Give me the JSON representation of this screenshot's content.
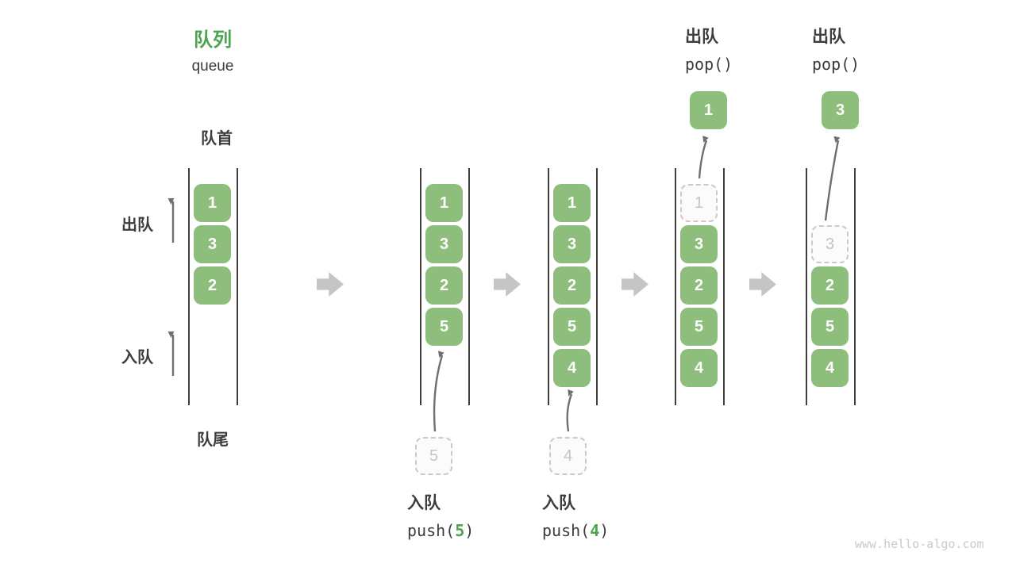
{
  "title": {
    "zh": "队列",
    "en": "queue"
  },
  "side_labels": {
    "front": "队首",
    "rear": "队尾",
    "dequeue": "出队",
    "enqueue": "入队"
  },
  "watermark": "www.hello-algo.com",
  "colors": {
    "accent_green": "#4CA350",
    "box_green": "#8DBE7B",
    "box_text": "#FFFFFF",
    "dark_text": "#3C3C3C",
    "flow_arrow_gray": "#C5C5C5",
    "thin_arrow_gray": "#6F6F6F",
    "dashed_border": "#CACACA",
    "dashed_text": "#C4C4C4",
    "container_line": "#3F3F3F",
    "watermark_gray": "#C9C9C9"
  },
  "states": [
    {
      "name": "initial",
      "boxes": [
        {
          "row": 0,
          "value": "1",
          "style": "solid"
        },
        {
          "row": 1,
          "value": "3",
          "style": "solid"
        },
        {
          "row": 2,
          "value": "2",
          "style": "solid"
        }
      ]
    },
    {
      "name": "after-push-5",
      "boxes": [
        {
          "row": 0,
          "value": "1",
          "style": "solid"
        },
        {
          "row": 1,
          "value": "3",
          "style": "solid"
        },
        {
          "row": 2,
          "value": "2",
          "style": "solid"
        },
        {
          "row": 3,
          "value": "5",
          "style": "solid"
        }
      ],
      "enqueue": {
        "pending_value": "5",
        "label_zh": "入队",
        "code_before": "push(",
        "code_arg": "5",
        "code_after": ")"
      }
    },
    {
      "name": "after-push-4",
      "boxes": [
        {
          "row": 0,
          "value": "1",
          "style": "solid"
        },
        {
          "row": 1,
          "value": "3",
          "style": "solid"
        },
        {
          "row": 2,
          "value": "2",
          "style": "solid"
        },
        {
          "row": 3,
          "value": "5",
          "style": "solid"
        },
        {
          "row": 4,
          "value": "4",
          "style": "solid"
        }
      ],
      "enqueue": {
        "pending_value": "4",
        "label_zh": "入队",
        "code_before": "push(",
        "code_arg": "4",
        "code_after": ")"
      }
    },
    {
      "name": "after-pop-1",
      "boxes": [
        {
          "row": 0,
          "value": "1",
          "style": "dashed"
        },
        {
          "row": 1,
          "value": "3",
          "style": "solid"
        },
        {
          "row": 2,
          "value": "2",
          "style": "solid"
        },
        {
          "row": 3,
          "value": "5",
          "style": "solid"
        },
        {
          "row": 4,
          "value": "4",
          "style": "solid"
        }
      ],
      "dequeue": {
        "popped_value": "1",
        "label_zh": "出队",
        "code": "pop()"
      }
    },
    {
      "name": "after-pop-3",
      "boxes": [
        {
          "row": 1,
          "value": "3",
          "style": "dashed"
        },
        {
          "row": 2,
          "value": "2",
          "style": "solid"
        },
        {
          "row": 3,
          "value": "5",
          "style": "solid"
        },
        {
          "row": 4,
          "value": "4",
          "style": "solid"
        }
      ],
      "dequeue": {
        "popped_value": "3",
        "label_zh": "出队",
        "code": "pop()"
      }
    }
  ]
}
